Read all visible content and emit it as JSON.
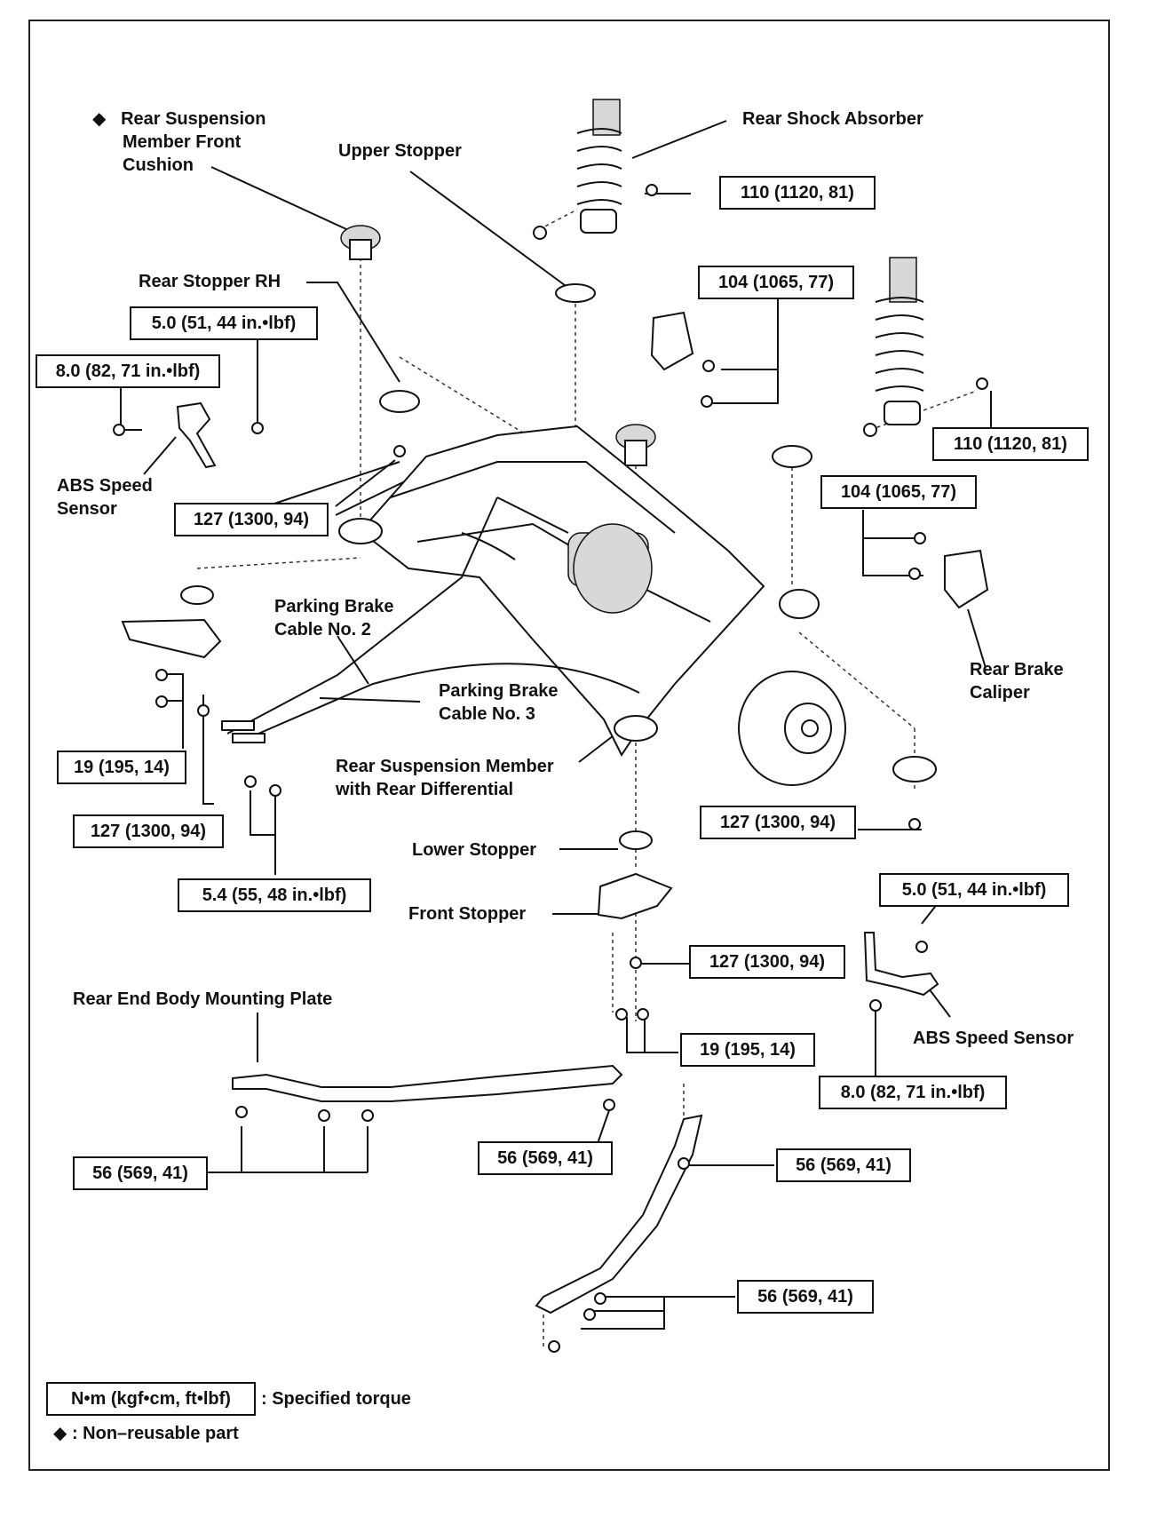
{
  "labels": {
    "front_cushion_marker": "◆",
    "front_cushion_line1": "Rear Suspension",
    "front_cushion_line2": "Member Front",
    "front_cushion_line3": "Cushion",
    "upper_stopper": "Upper Stopper",
    "rear_shock_absorber": "Rear Shock Absorber",
    "rear_stopper_rh": "Rear Stopper RH",
    "abs_sensor_left_line1": "ABS Speed",
    "abs_sensor_left_line2": "Sensor",
    "parking_brake_no2_line1": "Parking Brake",
    "parking_brake_no2_line2": "Cable No. 2",
    "parking_brake_no3_line1": "Parking Brake",
    "parking_brake_no3_line2": "Cable No. 3",
    "rear_member_line1": "Rear Suspension Member",
    "rear_member_line2": "with Rear Differential",
    "rear_brake_caliper_line1": "Rear Brake",
    "rear_brake_caliper_line2": "Caliper",
    "lower_stopper": "Lower Stopper",
    "front_stopper": "Front Stopper",
    "rear_end_plate": "Rear End Body Mounting Plate",
    "abs_sensor_right": "ABS Speed Sensor"
  },
  "torques": {
    "shock_upper": "110 (1120, 81)",
    "shock_right": "110 (1120, 81)",
    "caliper_upper": "104 (1065, 77)",
    "caliper_right": "104 (1065, 77)",
    "abs_left_small": "5.0 (51, 44 in.•lbf)",
    "abs_left_large": "8.0 (82, 71 in.•lbf)",
    "stopper_rh_bolt": "127 (1300, 94)",
    "front_left_19": "19 (195, 14)",
    "front_left_127": "127 (1300, 94)",
    "cable_bolts": "5.4 (55, 48 in.•lbf)",
    "rear_right_127": "127 (1300, 94)",
    "front_stopper_127": "127 (1300, 94)",
    "front_stopper_19": "19 (195, 14)",
    "abs_right_small": "5.0 (51, 44 in.•lbf)",
    "abs_right_large": "8.0 (82, 71 in.•lbf)",
    "plate_left": "56 (569, 41)",
    "plate_mid": "56 (569, 41)",
    "brace_upper": "56 (569, 41)",
    "brace_lower": "56 (569, 41)"
  },
  "legend": {
    "unit_box": "N•m (kgf•cm, ft•lbf)",
    "unit_text": ": Specified torque",
    "marker": "◆",
    "marker_text": ": Non–reusable part"
  }
}
